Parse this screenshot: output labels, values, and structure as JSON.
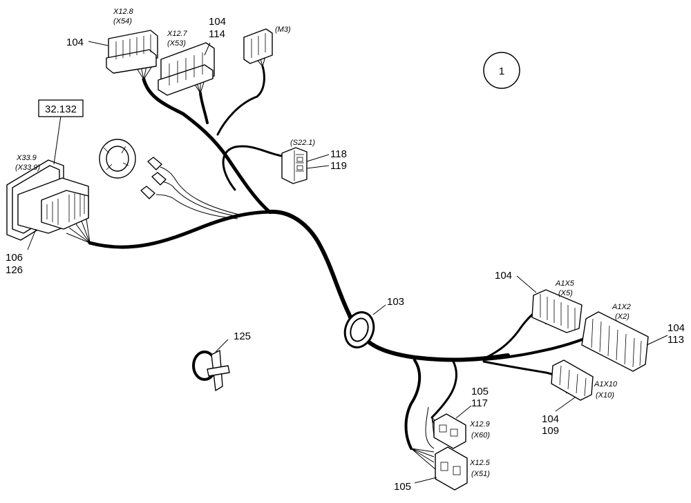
{
  "diagram": {
    "sheet_ref": "1",
    "ref_box": "32.132",
    "callouts": {
      "c104_x12_8": "104",
      "c104_x12_7": "104",
      "c114": "114",
      "c118": "118",
      "c119": "119",
      "c106": "106",
      "c126": "126",
      "c103": "103",
      "c125": "125",
      "c104_a1x5": "104",
      "c104_a1x2": "104",
      "c113": "113",
      "c104_a1x10": "104",
      "c109": "109",
      "c105_top": "105",
      "c117": "117",
      "c105_bottom": "105"
    },
    "connectors": {
      "x12_8": "X12.8",
      "x54": "(X54)",
      "x12_7": "X12.7",
      "x53": "(X53)",
      "m3": "(M3)",
      "s22_1": "(S22.1)",
      "x33_9": "X33.9",
      "x33_9b": "(X33.9)",
      "a1x5": "A1X5",
      "x5": "(X5)",
      "a1x2": "A1X2",
      "x2": "(X2)",
      "a1x10": "A1X10",
      "x10": "(X10)",
      "x12_9": "X12.9",
      "x60": "(X60)",
      "x12_5": "X12.5",
      "x51": "(X51)"
    }
  }
}
